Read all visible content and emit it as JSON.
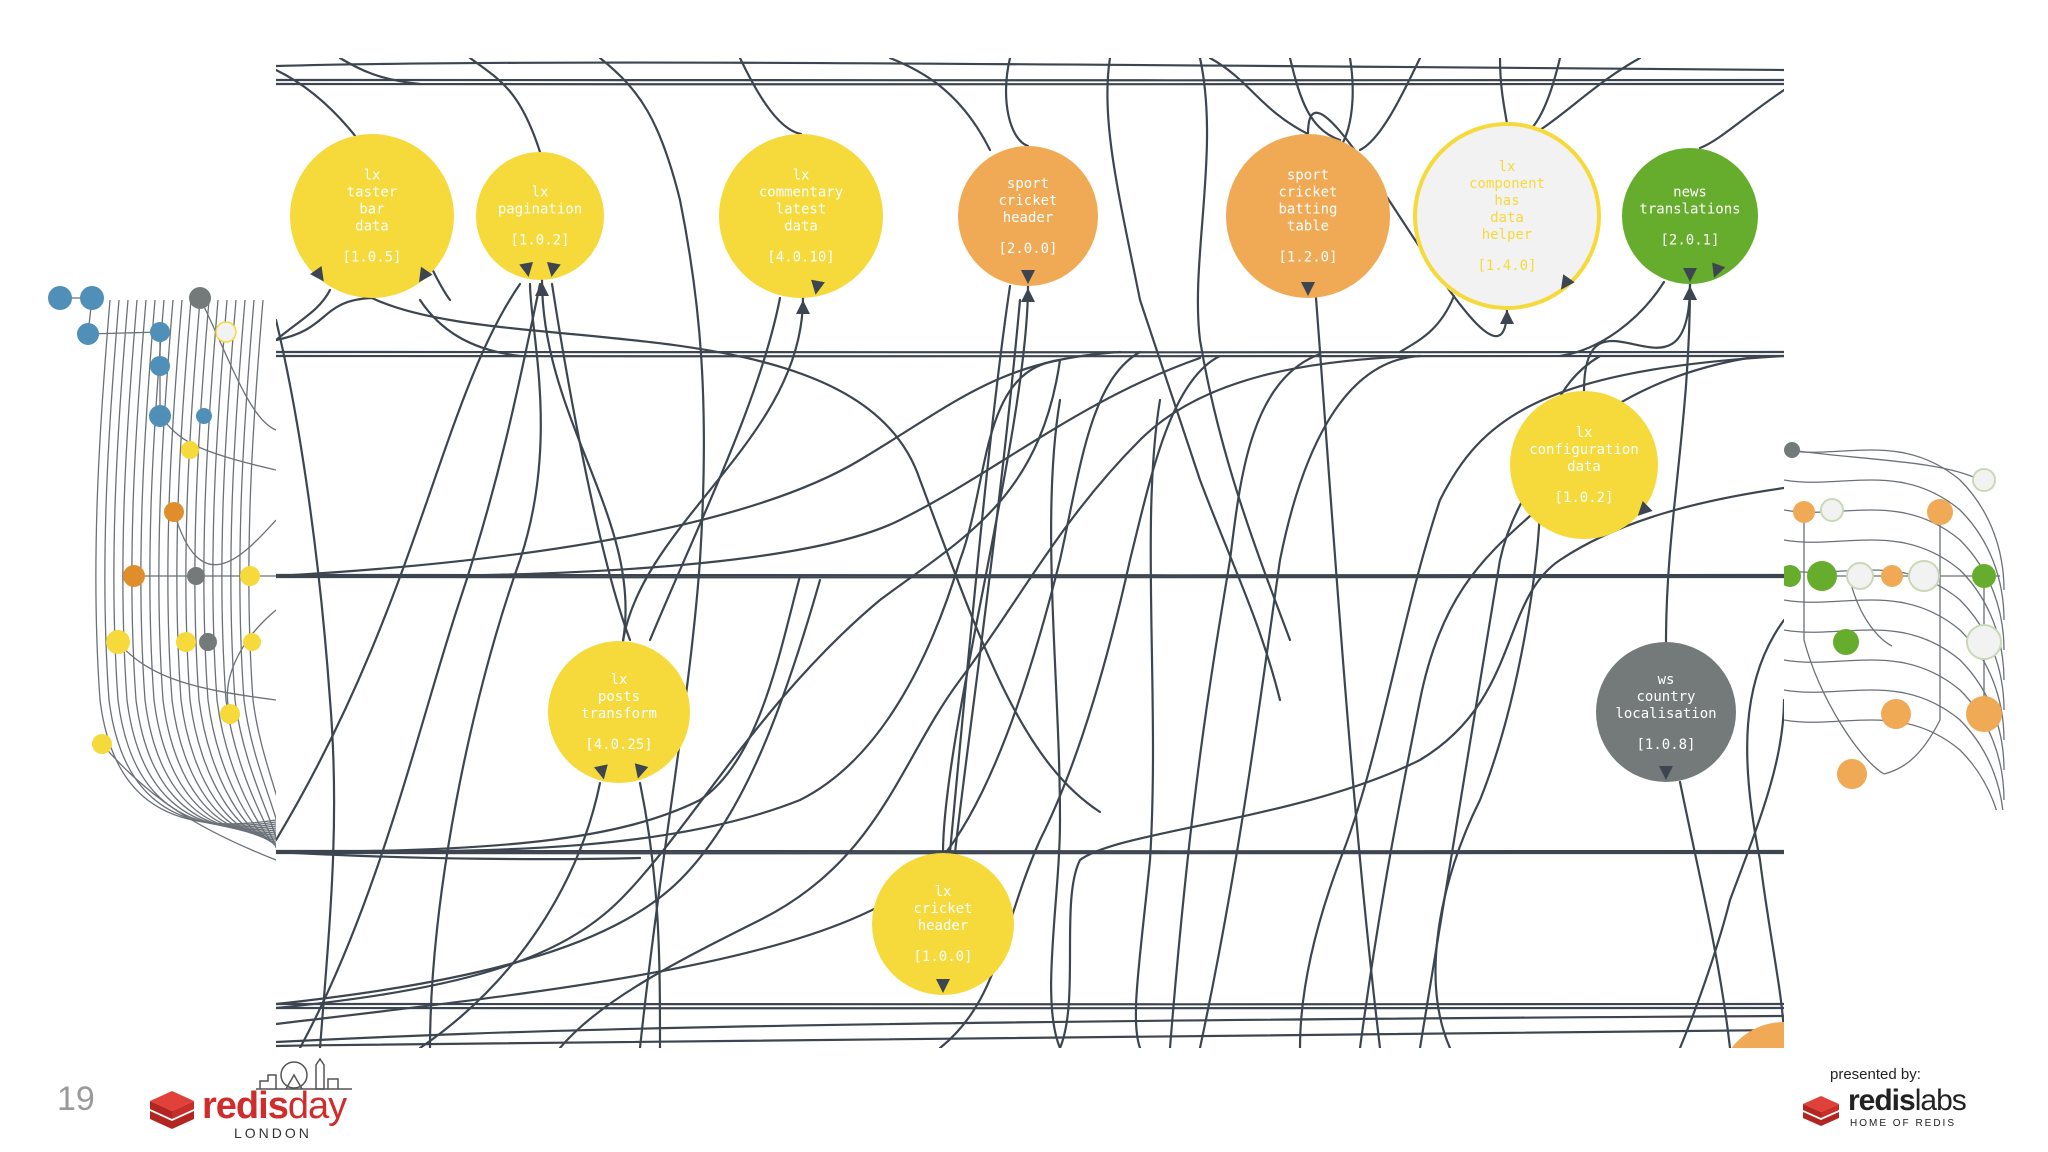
{
  "slide": {
    "page_number": "19",
    "event_brand": {
      "word_bold": "redis",
      "word_light": "day",
      "city": "LONDON"
    },
    "sponsor_brand": {
      "presented_by": "presented by:",
      "word_bold": "redis",
      "word_light": "labs",
      "tagline": "HOME OF REDIS"
    }
  },
  "colors": {
    "yellow": "#f6d93b",
    "orange": "#f0a955",
    "green": "#66ad2d",
    "grey": "#747a7a",
    "white_node": "#f2f2f2",
    "white_node_stroke": "#f6d93b",
    "edge": "#3c4550",
    "blue": "#4f8fb8"
  },
  "nodes": [
    {
      "id": "lx-taster-bar-data",
      "lines": [
        "lx",
        "taster",
        "bar",
        "data"
      ],
      "version": "[1.0.5]",
      "color": "yellow"
    },
    {
      "id": "lx-pagination",
      "lines": [
        "lx",
        "pagination"
      ],
      "version": "[1.0.2]",
      "color": "yellow"
    },
    {
      "id": "lx-commentary-latest-data",
      "lines": [
        "lx",
        "commentary",
        "latest",
        "data"
      ],
      "version": "[4.0.10]",
      "color": "yellow"
    },
    {
      "id": "sport-cricket-header",
      "lines": [
        "sport",
        "cricket",
        "header"
      ],
      "version": "[2.0.0]",
      "color": "orange"
    },
    {
      "id": "sport-cricket-batting-table",
      "lines": [
        "sport",
        "cricket",
        "batting",
        "table"
      ],
      "version": "[1.2.0]",
      "color": "orange"
    },
    {
      "id": "lx-component-has-data-helper",
      "lines": [
        "lx",
        "component",
        "has",
        "data",
        "helper"
      ],
      "version": "[1.4.0]",
      "color": "white"
    },
    {
      "id": "news-translations",
      "lines": [
        "news",
        "translations"
      ],
      "version": "[2.0.1]",
      "color": "green"
    },
    {
      "id": "lx-configuration-data",
      "lines": [
        "lx",
        "configuration",
        "data"
      ],
      "version": "[1.0.2]",
      "color": "yellow"
    },
    {
      "id": "lx-posts-transform",
      "lines": [
        "lx",
        "posts",
        "transform"
      ],
      "version": "[4.0.25]",
      "color": "yellow"
    },
    {
      "id": "ws-country-localisation",
      "lines": [
        "ws",
        "country",
        "localisation"
      ],
      "version": "[1.0.8]",
      "color": "grey"
    },
    {
      "id": "lx-cricket-header",
      "lines": [
        "lx",
        "cricket",
        "header"
      ],
      "version": "[1.0.0]",
      "color": "yellow"
    }
  ],
  "edges": [
    [
      "lx-posts-transform",
      "lx-pagination"
    ],
    [
      "lx-posts-transform",
      "lx-commentary-latest-data"
    ],
    [
      "lx-cricket-header",
      "sport-cricket-header"
    ],
    [
      "ws-country-localisation",
      "news-translations"
    ],
    [
      "lx-configuration-data",
      "news-translations"
    ],
    [
      "sport-cricket-batting-table",
      "lx-component-has-data-helper"
    ]
  ]
}
